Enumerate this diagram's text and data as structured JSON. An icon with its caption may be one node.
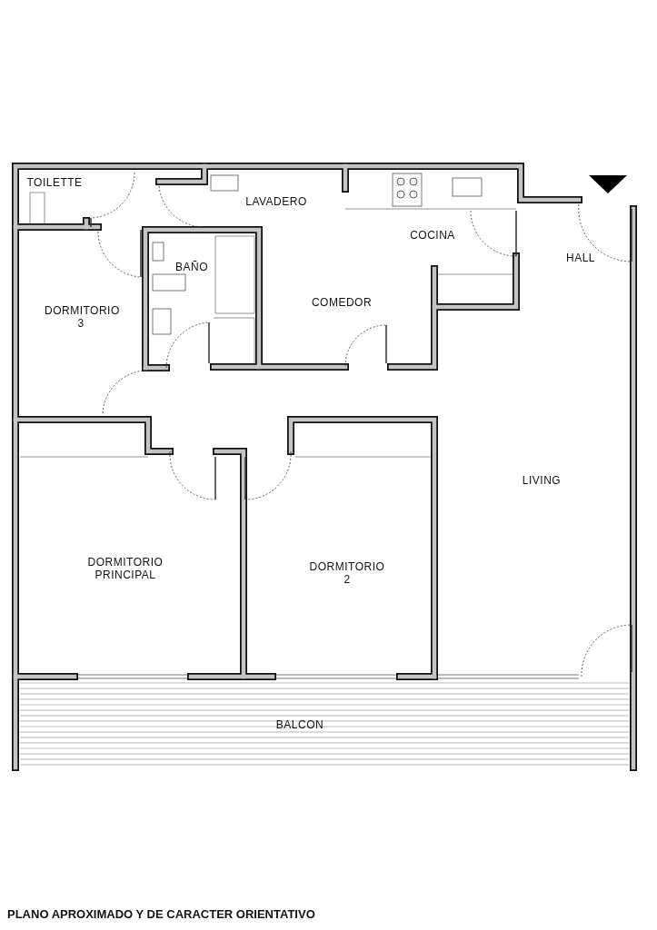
{
  "diagram": {
    "caption": "PLANO APROXIMADO Y DE CARACTER ORIENTATIVO",
    "labels": [
      "TOILETTE",
      "LAVADERO",
      "COCINA",
      "HALL",
      "BAÑO",
      "COMEDOR",
      "DORMITORIO 3",
      "LIVING",
      "DORMITORIO PRINCIPAL",
      "DORMITORIO 2",
      "BALCON"
    ]
  }
}
